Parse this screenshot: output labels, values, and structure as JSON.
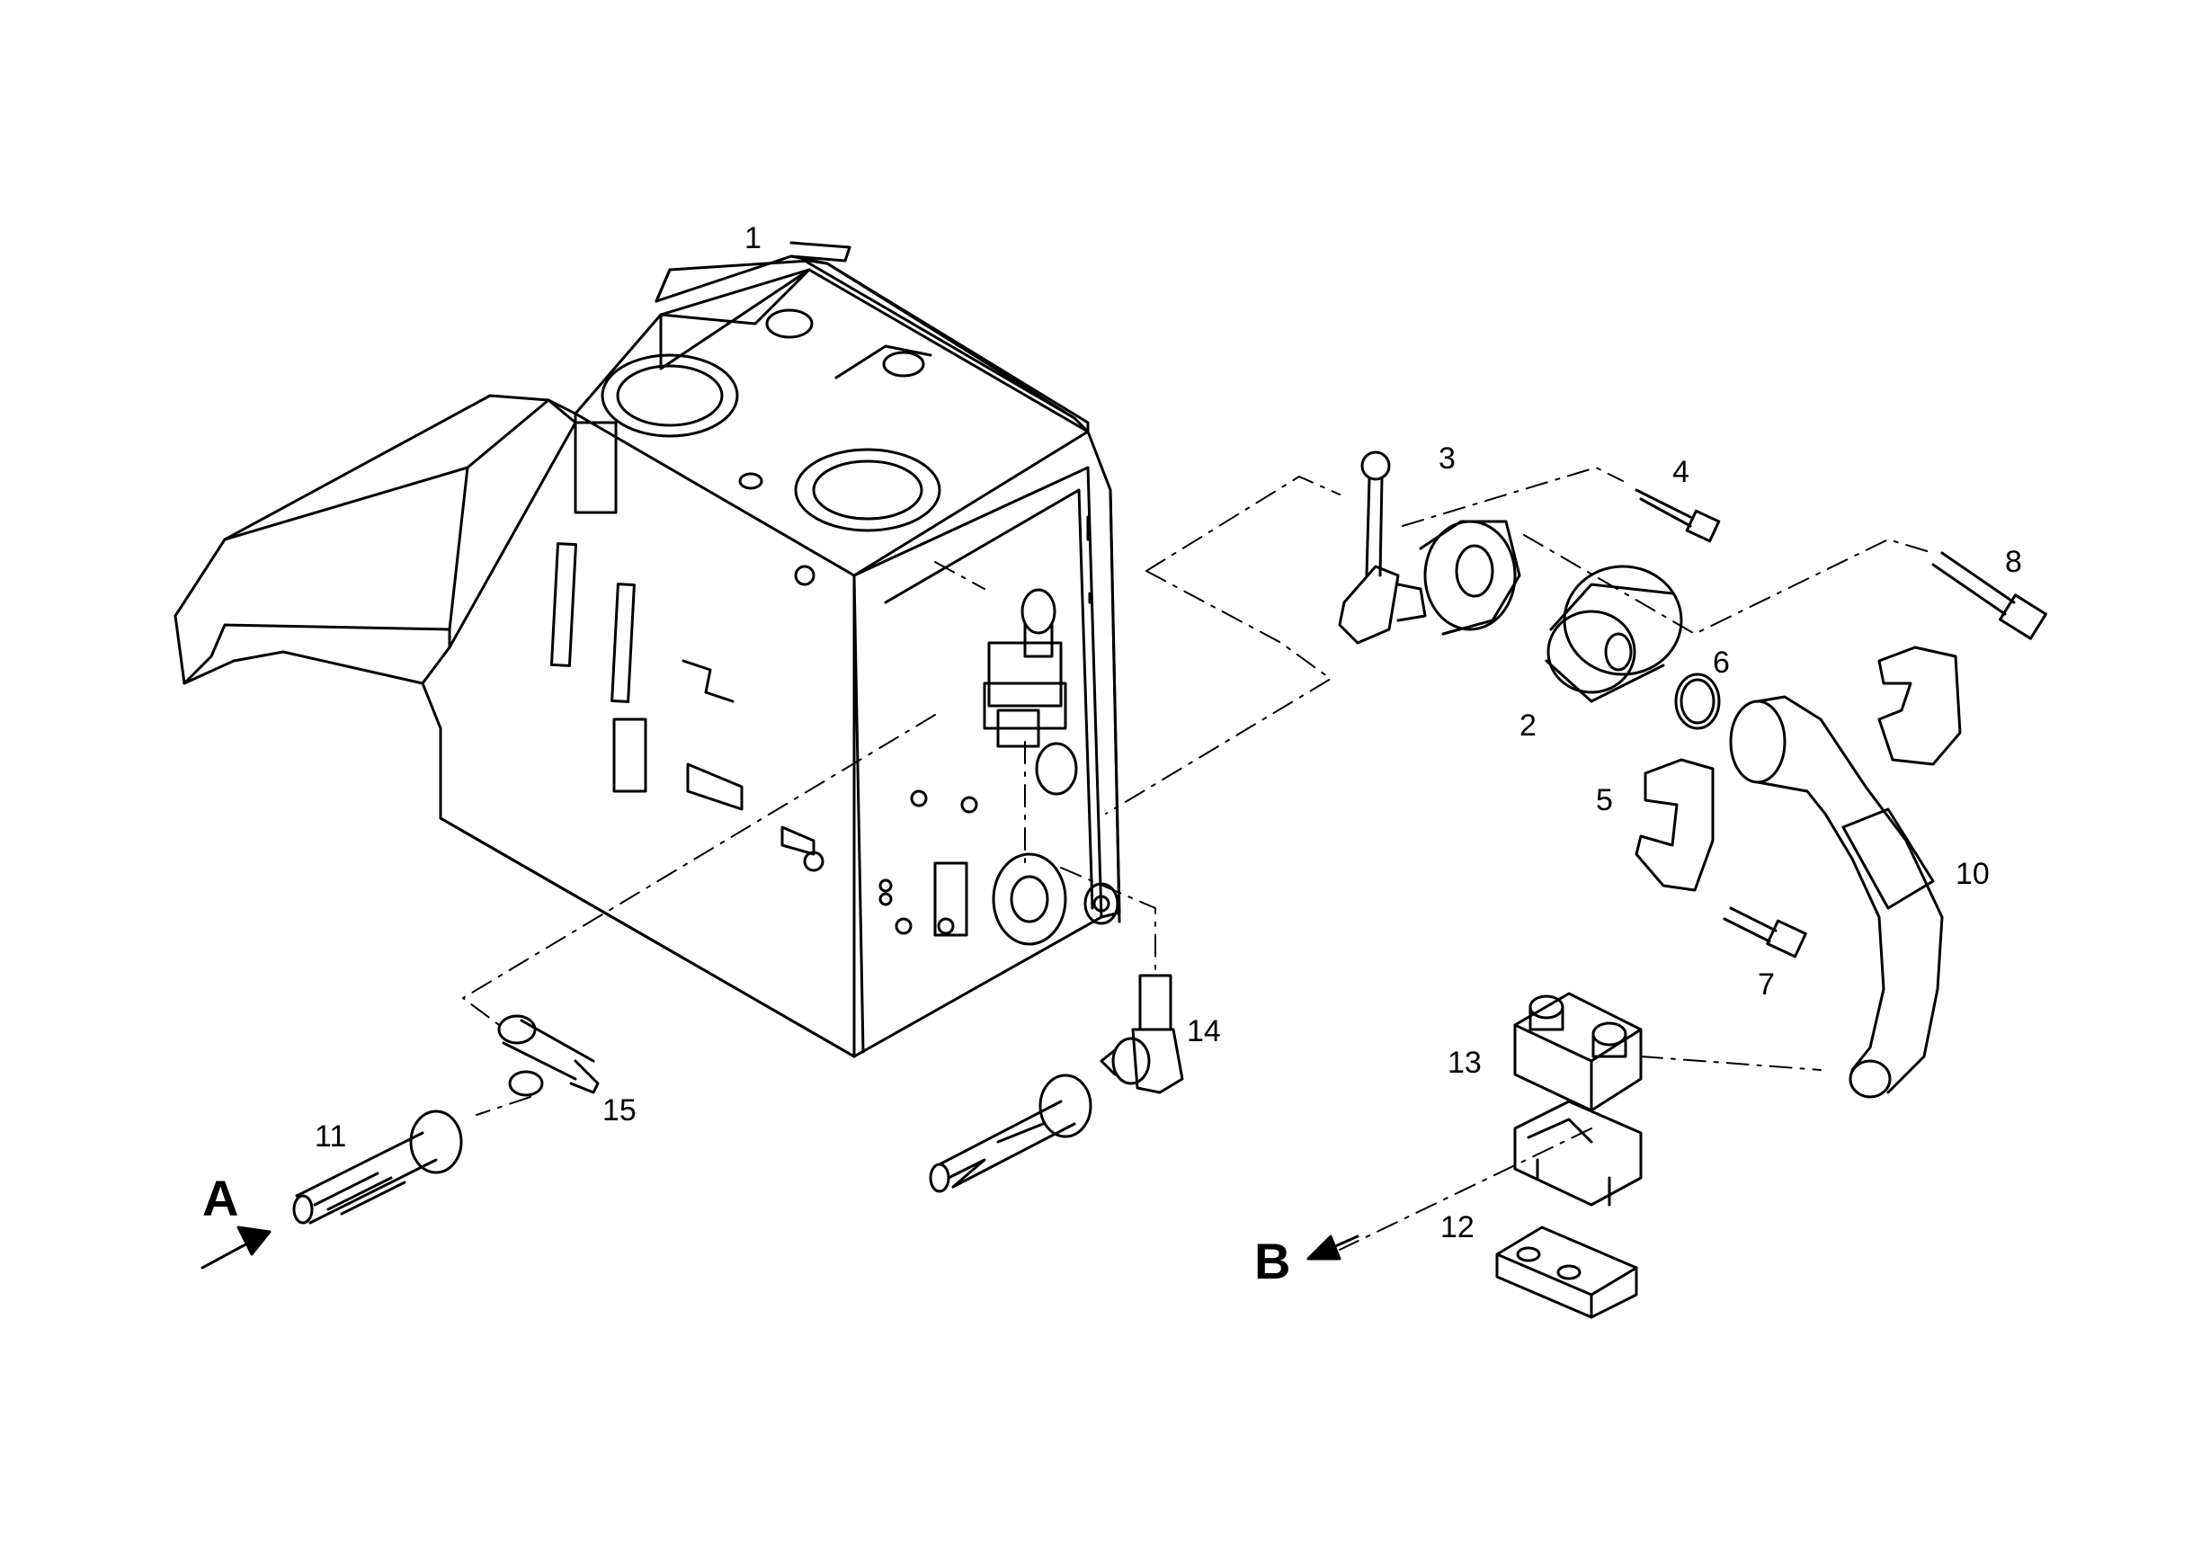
{
  "diagram": {
    "callouts": [
      {
        "id": "callout-1",
        "text": "1"
      },
      {
        "id": "callout-2",
        "text": "2"
      },
      {
        "id": "callout-3",
        "text": "3"
      },
      {
        "id": "callout-4",
        "text": "4"
      },
      {
        "id": "callout-5",
        "text": "5"
      },
      {
        "id": "callout-6",
        "text": "6"
      },
      {
        "id": "callout-7",
        "text": "7"
      },
      {
        "id": "callout-8",
        "text": "8"
      },
      {
        "id": "callout-10",
        "text": "10"
      },
      {
        "id": "callout-11",
        "text": "11"
      },
      {
        "id": "callout-12",
        "text": "12"
      },
      {
        "id": "callout-13",
        "text": "13"
      },
      {
        "id": "callout-14",
        "text": "14"
      },
      {
        "id": "callout-15",
        "text": "15"
      }
    ],
    "views": [
      {
        "id": "view-a",
        "text": "A"
      },
      {
        "id": "view-b",
        "text": "B"
      }
    ]
  }
}
